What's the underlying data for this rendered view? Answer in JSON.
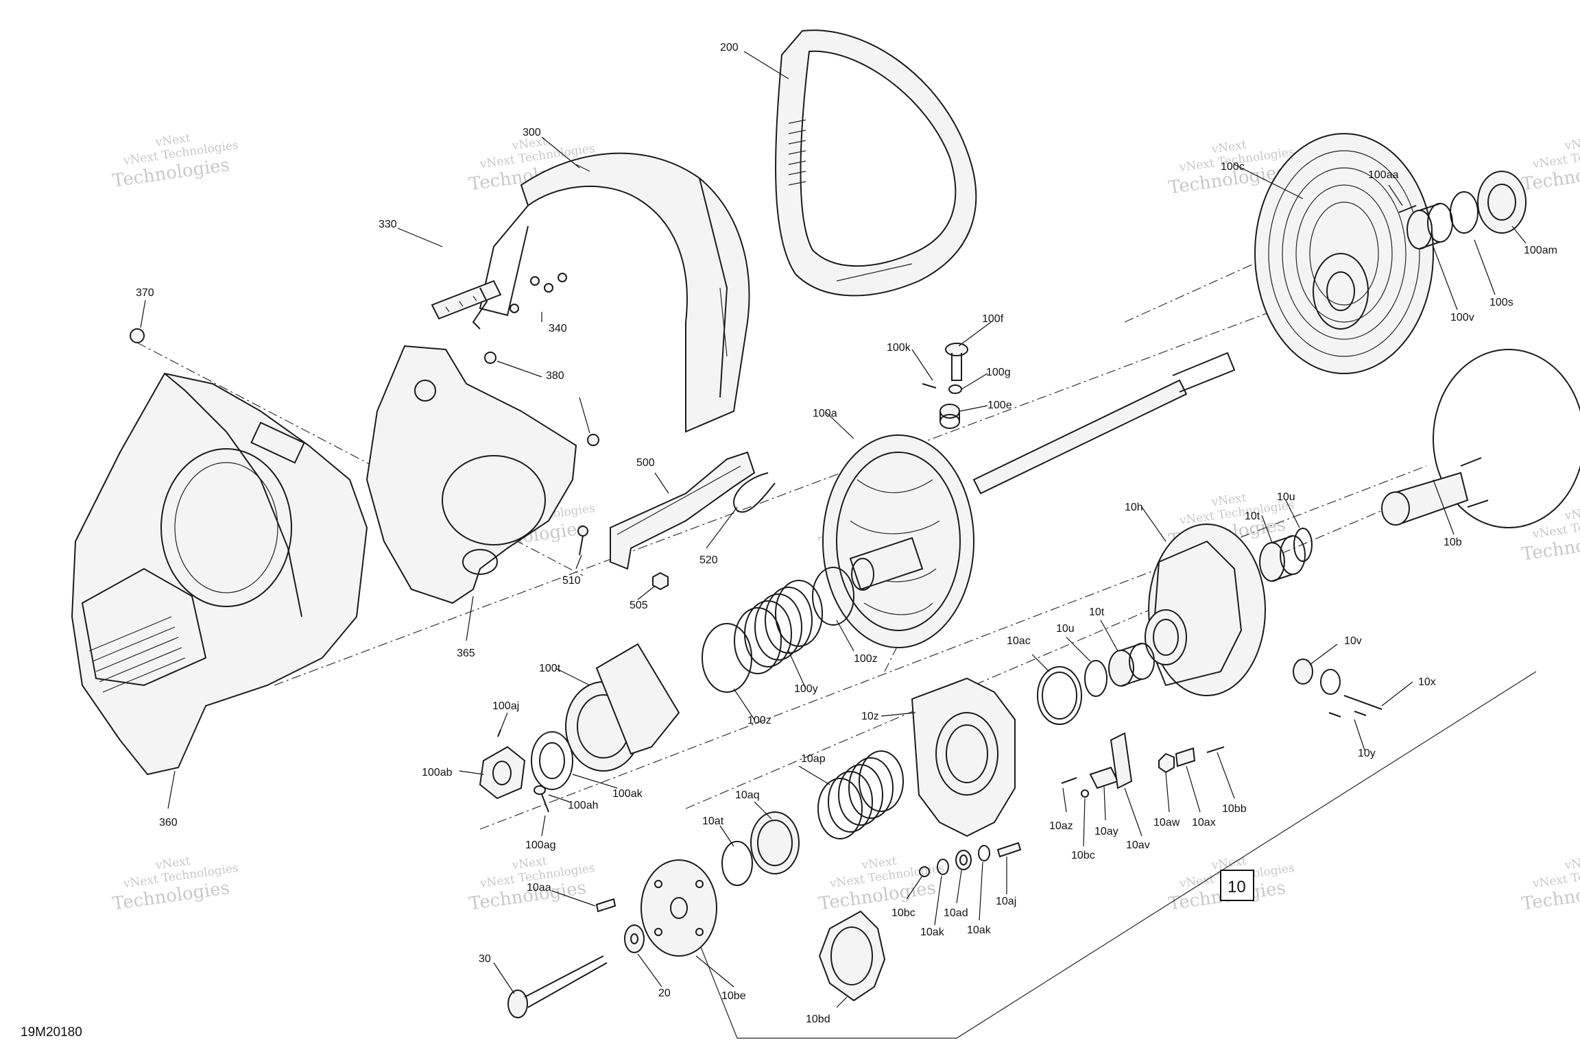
{
  "diagram": {
    "drawing_code": "19M20180",
    "section_box": "10",
    "watermark": {
      "line1": "vNext",
      "line2": "vNext Technologies",
      "line3": "Technologies"
    },
    "labels": {
      "p200": "200",
      "p300": "300",
      "p330": "330",
      "p340": "340",
      "p370": "370",
      "p380": "380",
      "p360": "360",
      "p365": "365",
      "p500": "500",
      "p510": "510",
      "p505": "505",
      "p520": "520",
      "p100c": "100c",
      "p100aa": "100aa",
      "p100am": "100am",
      "p100s": "100s",
      "p100v": "100v",
      "p100k": "100k",
      "p100f": "100f",
      "p100g": "100g",
      "p100e": "100e",
      "p100a": "100a",
      "p10b": "10b",
      "p10u_top": "10u",
      "p10t_top": "10t",
      "p10h": "10h",
      "p100z_a": "100z",
      "p100y": "100y",
      "p100z_b": "100z",
      "p100t": "100t",
      "p100aj": "100aj",
      "p100ab": "100ab",
      "p100ah": "100ah",
      "p100ak": "100ak",
      "p100ag": "100ag",
      "p10ac": "10ac",
      "p10u": "10u",
      "p10t": "10t",
      "p10v": "10v",
      "p10x": "10x",
      "p10y": "10y",
      "p10z": "10z",
      "p10ap": "10ap",
      "p10aq": "10aq",
      "p10at": "10at",
      "p10aa": "10aa",
      "p30": "30",
      "p20": "20",
      "p10be": "10be",
      "p10bd": "10bd",
      "p10bc_a": "10bc",
      "p10ak_a": "10ak",
      "p10ad": "10ad",
      "p10ak_b": "10ak",
      "p10aj": "10aj",
      "p10az": "10az",
      "p10ay": "10ay",
      "p10bc_b": "10bc",
      "p10av": "10av",
      "p10aw": "10aw",
      "p10ax": "10ax",
      "p10bb": "10bb"
    }
  }
}
